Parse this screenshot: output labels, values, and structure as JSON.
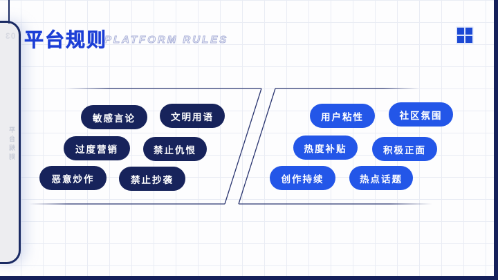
{
  "slide": {
    "section_number": "03",
    "side_text": "平台规则",
    "title": "平台规则",
    "subtitle": "PLATFORM RULES"
  },
  "groups": {
    "left": [
      "敏感言论",
      "文明用语",
      "过度营销",
      "禁止仇恨",
      "恶意炒作",
      "禁止抄袭"
    ],
    "right": [
      "用户粘性",
      "社区氛围",
      "热度补贴",
      "积极正面",
      "创作持续",
      "热点话题"
    ]
  },
  "icons": {
    "corner_icon": "four-squares-grid"
  },
  "colors": {
    "dark_pill_navy": "#17235b",
    "bright_pill_blue": "#2356e8",
    "title_blue": "#1c3fd6",
    "frame_navy": "#15205a",
    "line_navy": "#2a3570"
  }
}
